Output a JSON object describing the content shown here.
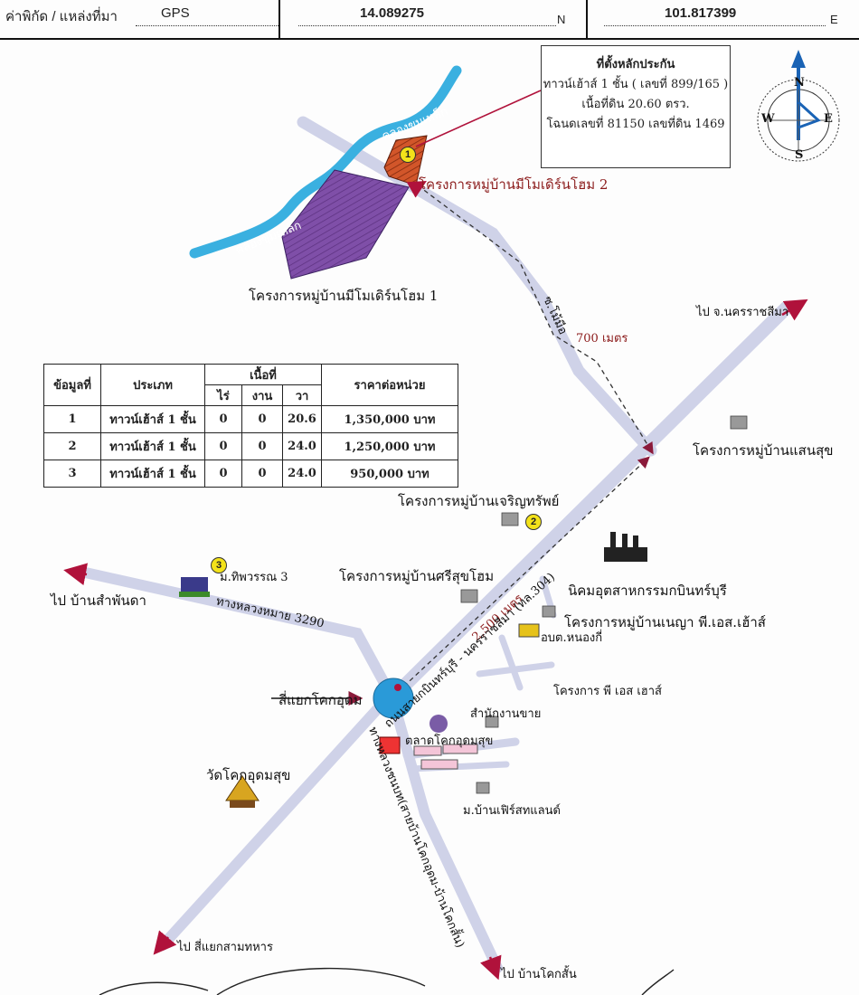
{
  "header": {
    "coord_label": "ค่าพิกัด / แหล่งที่มา",
    "source": "GPS",
    "latitude": "14.089275",
    "lat_suffix": "N",
    "longitude": "101.817399",
    "lon_suffix": "E"
  },
  "compass": {
    "n": "N",
    "s": "S",
    "e": "E",
    "w": "W"
  },
  "collateral": {
    "title": "ที่ตั้งหลักประกัน",
    "line1": "ทาวน์เฮ้าส์ 1 ชั้น ( เลขที่ 899/165 )",
    "line2": "เนื้อที่ดิน 20.60 ตรว.",
    "line3": "โฉนดเลขที่ 81150 เลขที่ดิน 1469"
  },
  "table": {
    "headers": {
      "no": "ข้อมูลที่",
      "type": "ประเภท",
      "area": "เนื้อที่",
      "rai": "ไร่",
      "ngan": "งาน",
      "wa": "วา",
      "price": "ราคาต่อหน่วย"
    },
    "rows": [
      {
        "no": "1",
        "type": "ทาวน์เฮ้าส์ 1 ชั้น",
        "rai": "0",
        "ngan": "0",
        "wa": "20.6",
        "price": "1,350,000 บาท"
      },
      {
        "no": "2",
        "type": "ทาวน์เฮ้าส์ 1 ชั้น",
        "rai": "0",
        "ngan": "0",
        "wa": "24.0",
        "price": "1,250,000 บาท"
      },
      {
        "no": "3",
        "type": "ทาวน์เฮ้าส์ 1 ชั้น",
        "rai": "0",
        "ngan": "0",
        "wa": "24.0",
        "price": "950,000 บาท"
      }
    ]
  },
  "labels": {
    "canal_top": "คลองขุมเหล็ก",
    "canal_bottom": "คลองขุมเหล็ก",
    "project2": "โครงการหมู่บ้านมีโมเดิร์นโฮม 2",
    "project1": "โครงการหมู่บ้านมีโมเดิร์นโฮม 1",
    "soi": "ซ.โม้มีอ",
    "dist700": "700 เมตร",
    "to_korat": "ไป จ.นครราชสีมา",
    "saensuk": "โครงการหมู่บ้านแสนสุข",
    "charoensap": "โครงการหมู่บ้านเจริญทรัพย์",
    "industrial": "นิคมอุตสาหกรรมกบินทร์บุรี",
    "srisuk": "โครงการหมู่บ้านศรีสุขโฮม",
    "nenya": "โครงการหมู่บ้านเนญา พี.เอส.เฮ้าส์",
    "obt": "อบต.หนองกี่",
    "thipwan": "ม.ทิพวรรณ 3",
    "to_samphanta": "ไป บ้านสำพันดา",
    "rural_road": "ทางหลวงหมาย 3290",
    "dist2500": "2,500 เมตร",
    "main_road": "ถนนสายกบินทร์บุรี - นครราชสีมา (ทล.304)",
    "ps_house": "โครงการ พี เอส เฮาส์",
    "intersection": "สี่แยกโคกอุดม",
    "sales_office": "สำนักงานขาย",
    "market": "ตลาดโคกอุดมสุข",
    "temple": "วัดโคกอุดมสุข",
    "first_land": "ม.บ้านเฟิร์สทแลนด์",
    "rural_road2": "ทางหลวงชนบท(สายบ้านโคกอุดม-บ้านโคกสั้น)",
    "to_samthahan": "ไป สี่แยกสามทหาร",
    "to_khoksan": "ไป บ้านโคกสั้น"
  },
  "markers": {
    "m1": "1",
    "m2": "2",
    "m3": "3"
  },
  "colors": {
    "road": "#cfd2e8",
    "canal": "#3ab0e0",
    "plot1": "#7f4fa8",
    "plot2": "#d2562a",
    "arrow": "#b0123b",
    "roundabout": "#2a9ad8"
  }
}
